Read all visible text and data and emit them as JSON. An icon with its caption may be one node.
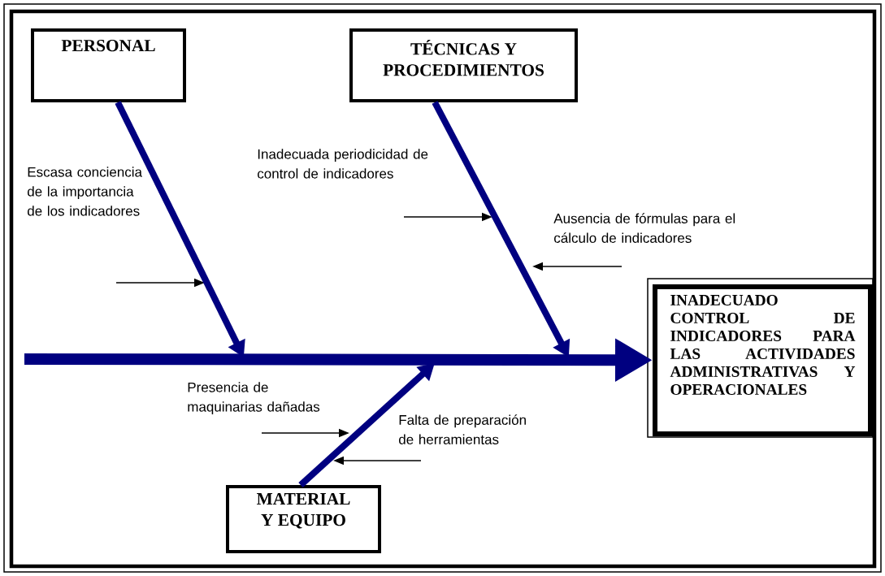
{
  "diagram": {
    "nodes": [
      {
        "text": [
          "PERSONAL"
        ]
      },
      {
        "text": [
          "TÉCNICAS Y PROCEDIMIENTOS"
        ]
      },
      {
        "text": [
          "MATERIAL Y EQUIPO"
        ]
      },
      {
        "text": [
          "INADECUADO CONTROL DE INDICADORES PARA LAS ACTIVIDADES ADMINISTRATIVAS Y OPERACIONALES"
        ]
      }
    ],
    "edges": [
      {
        "from": null,
        "to": 3,
        "arrow": "to",
        "color": "#000080"
      },
      {
        "from": 0,
        "to": null,
        "arrow": "to",
        "color": "#000080"
      },
      {
        "from": 1,
        "to": null,
        "arrow": "to",
        "color": "#000080"
      },
      {
        "from": 2,
        "to": null,
        "arrow": "to",
        "color": "#000080"
      }
    ],
    "labels": [
      "Escasa conciencia de la importancia de los indicadores",
      "Inadecuada periodicidad de control de indicadores",
      "Ausencia de fórmulas para el cálculo de indicadores",
      "Presencia de maquinarias dañadas",
      "Falta de preparación de herramientas"
    ]
  }
}
